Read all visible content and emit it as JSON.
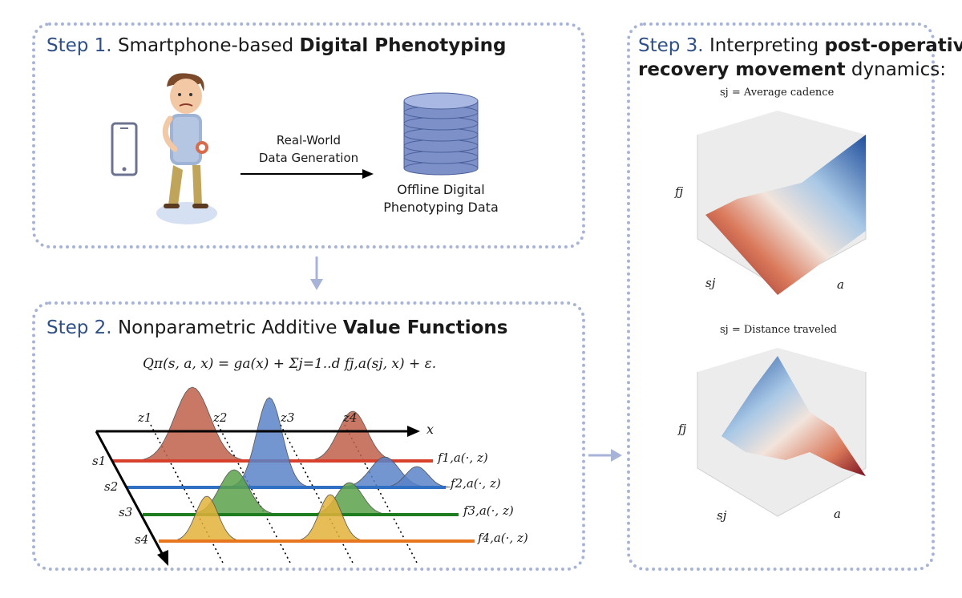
{
  "step1": {
    "num": "Step 1.",
    "plain": "Smartphone-based",
    "bold": "Digital Phenotyping",
    "arrow_label_1": "Real-World",
    "arrow_label_2": "Data Generation",
    "db_label_1": "Offline Digital",
    "db_label_2": "Phenotyping Data"
  },
  "step2": {
    "num": "Step 2.",
    "plain": "Nonparametric Additive",
    "bold": "Value Functions",
    "equation": "Qπ(s, a, x) = ga(x) + Σj=1..d fj,a(sj, x) + ε.",
    "x_label": "x",
    "z_labels": [
      "z1",
      "z2",
      "z3",
      "z4"
    ],
    "s_labels": [
      "s1",
      "s2",
      "s3",
      "s4"
    ],
    "f_labels": [
      "f1,a(·, z)",
      "f2,a(·, z)",
      "f3,a(·, z)",
      "f4,a(·, z)"
    ]
  },
  "step3": {
    "num": "Step 3.",
    "plain_1": "Interpreting",
    "bold_1": "post-operative",
    "bold_2": "recovery movement",
    "plain_2": "dynamics:",
    "plot1_caption": "sj = Average cadence",
    "plot2_caption": "sj = Distance traveled",
    "z_axis": "fj",
    "x_axis": "sj",
    "y_axis": "a"
  },
  "colors": {
    "border": "#a8b3d8",
    "step_num": "#2f4f87",
    "red": "#d9402b",
    "blue": "#2f6fc4",
    "green": "#1e7d1e",
    "orange": "#e8761f",
    "peak_red": "#c0604a",
    "peak_blue": "#5b83c8",
    "peak_green": "#5ba24a",
    "peak_yellow": "#e3b13a"
  }
}
